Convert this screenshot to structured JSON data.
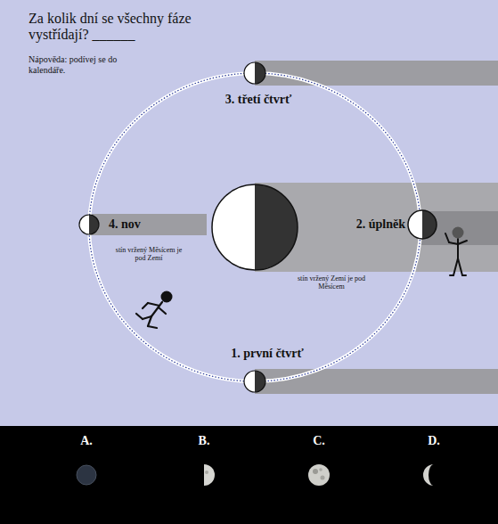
{
  "diagram": {
    "title": "Za kolik dní se všechny fáze vystřídají? ______",
    "nodes": [
      {
        "text": [
          "3. třetí čtvrť"
        ]
      },
      {
        "text": [
          "4. nov"
        ]
      },
      {
        "text": [
          "2. úplněk"
        ]
      },
      {
        "text": [
          "1. první čtvrť"
        ]
      }
    ],
    "labels": [
      "Nápověda: podívej se do kalendáře.",
      "stín vržený Měsícem je pod Zemí",
      "stín vržený Zemí je pod Měsícem",
      "A.",
      "B.",
      "C.",
      "D."
    ]
  }
}
